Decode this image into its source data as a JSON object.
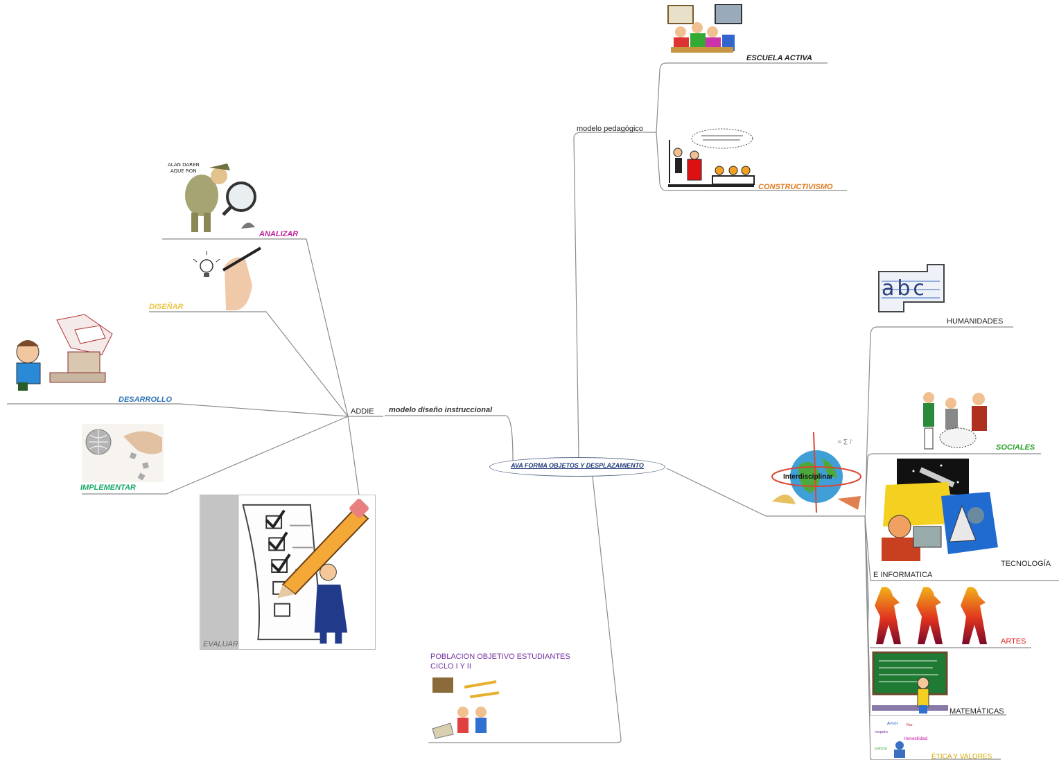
{
  "central_topic": "AVA FORMA OBJETOS Y DESPLAZAMIENTO",
  "branches": {
    "design_model": "modelo diseño instruccional",
    "addie": {
      "label": "ADDIE",
      "phases": {
        "analizar": "ANALIZAR",
        "disenar": "DISEÑAR",
        "desarrollo": "DESARROLLO",
        "implementar": "IMPLEMENTAR",
        "evaluar": "EVALUAR"
      }
    },
    "pedagogical_model": {
      "label": "modelo pedagógico",
      "escuela_activa": "ESCUELA  ACTIVA",
      "constructivismo": "CONSTRUCTIVISMO"
    },
    "population": {
      "line1": "POBLACION OBJETIVO ESTUDIANTES",
      "line2": "CICLO I Y II"
    },
    "interdisciplinary": {
      "label": "Interdisciplinar",
      "areas": {
        "humanidades": "HUMANIDADES",
        "sociales": "SOCIALES",
        "tecnologia_a": "TECNOLOGÍA",
        "tecnologia_b": "E INFORMATICA",
        "artes": "ARTES",
        "matematicas": "MATEMÁTICAS",
        "etica": "ÉTICA Y VALORES"
      },
      "abc_text": "abc"
    }
  },
  "colors": {
    "analizar": "#c0209f",
    "disenar": "#e8c84a",
    "desarrollo": "#2e75b6",
    "implementar": "#1aa86b",
    "evaluar": "#666666",
    "orange": "#e07b22",
    "sociales": "#2aa02a",
    "artes": "#e02020",
    "etica": "#d4a800",
    "poblacion": "#7030a0",
    "central": "#1f3a7a"
  }
}
